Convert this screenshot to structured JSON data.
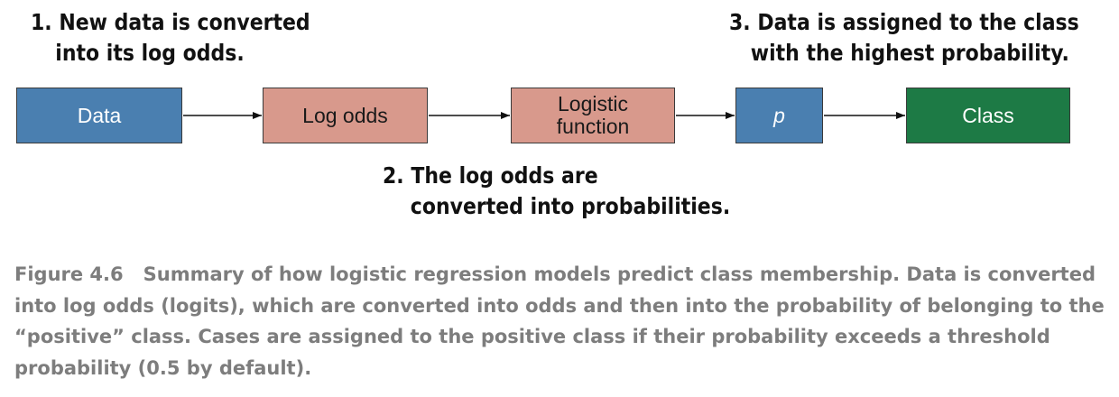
{
  "annotations": {
    "step1": {
      "line1": "1. New data is converted",
      "line2": "into its log odds."
    },
    "step2": {
      "line1": "2. The log odds are",
      "line2": "converted into probabilities."
    },
    "step3": {
      "line1": "3. Data is assigned to the class",
      "line2": "with the highest probability."
    }
  },
  "boxes": {
    "data": "Data",
    "log_odds": "Log odds",
    "logistic_line1": "Logistic",
    "logistic_line2": "function",
    "p": "p",
    "class": "Class"
  },
  "colors": {
    "blue_box": "#4a7fb0",
    "pink_box": "#d8998c",
    "green_box": "#1d7a45",
    "caption_text": "#7d7d7d"
  },
  "caption": {
    "label": "Figure 4.6",
    "text": "Summary of how logistic regression models predict class membership. Data is converted into log odds (logits), which are converted into odds and then into the probability of belonging to the “positive” class. Cases are assigned to the positive class if their probability exceeds a threshold probability (0.5 by default)."
  }
}
